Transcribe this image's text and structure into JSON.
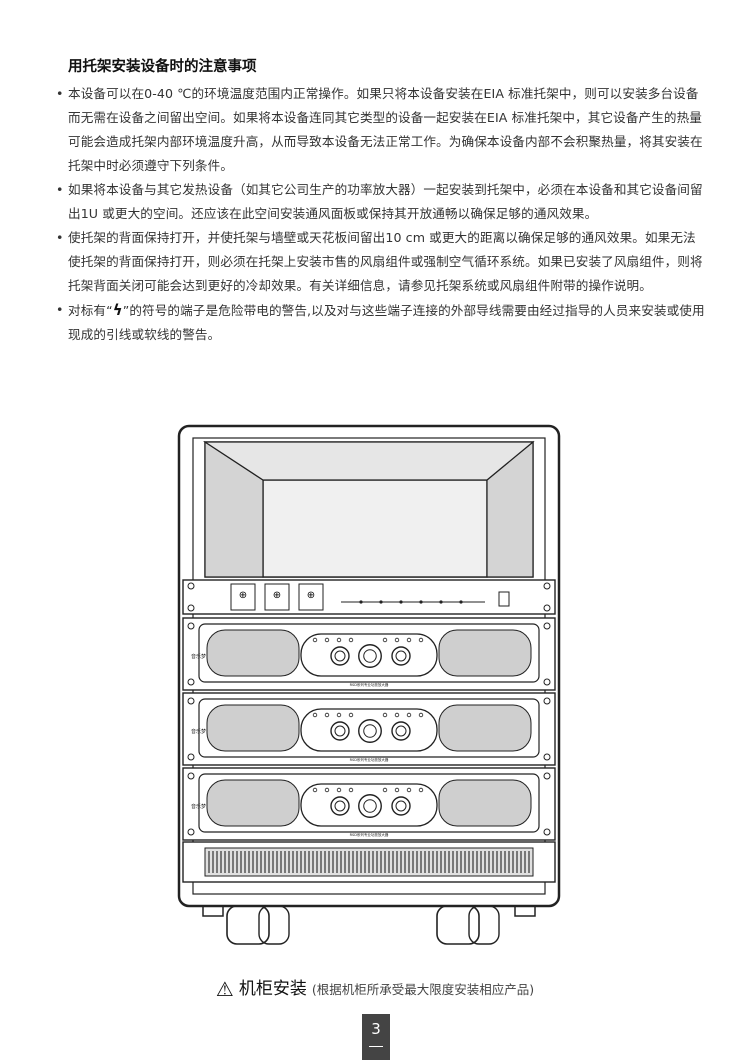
{
  "section": {
    "title": "用托架安装设备时的注意事项",
    "bullets": [
      "本设备可以在0-40 ℃的环境温度范围内正常操作。如果只将本设备安装在EIA 标准托架中，则可以安装多台设备而无需在设备之间留出空间。如果将本设备连同其它类型的设备一起安装在EIA 标准托架中，其它设备产生的热量可能会造成托架内部环境温度升高，从而导致本设备无法正常工作。为确保本设备内部不会积聚热量，将其安装在托架中时必须遵守下列条件。",
      "如果将本设备与其它发热设备（如其它公司生产的功率放大器）一起安装到托架中，必须在本设备和其它设备间留出1U 或更大的空间。还应该在此空间安装通风面板或保持其开放通畅以确保足够的通风效果。",
      "使托架的背面保持打开，并使托架与墙壁或天花板间留出10 cm 或更大的距离以确保足够的通风效果。如果无法使托架的背面保持打开，则必须在托架上安装市售的风扇组件或强制空气循环系统。如果已安装了风扇组件，则将托架背面关闭可能会达到更好的冷却效果。有关详细信息，请参见托架系统或风扇组件附带的操作说明。"
    ],
    "last_bullet": {
      "before": "对标有“",
      "symbol": "ϟ",
      "after": "”的符号的端子是危险带电的警告,以及对与这些端子连接的外部导线需要由经过指导的人员来安装或使用现成的引线或软线的警告。"
    }
  },
  "figure": {
    "brand_label": "音乐梦",
    "model_label": "RSD系列专业功放放大器"
  },
  "caption": {
    "warning_symbol": "⚠",
    "main": "机柜安装",
    "sub": "(根据机柜所承受最大限度安装相应产品)"
  },
  "page_number": "3"
}
